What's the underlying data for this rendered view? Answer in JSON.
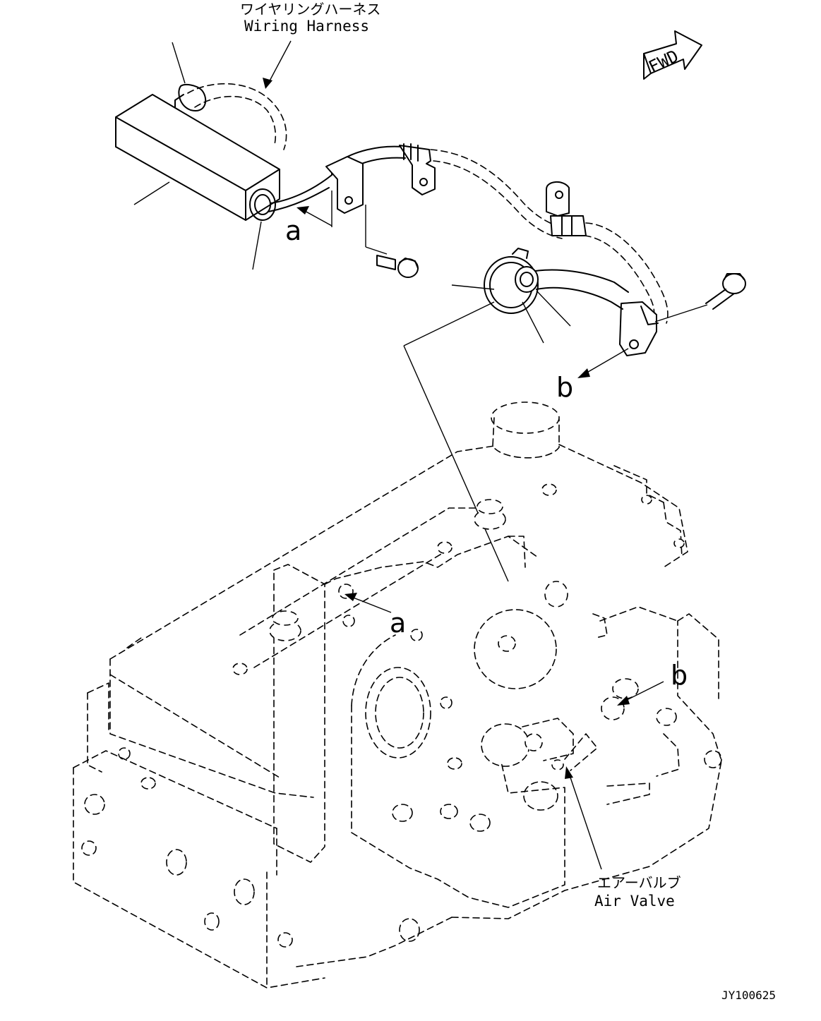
{
  "labels": {
    "wiring_harness_jp": "ワイヤリングハーネス",
    "wiring_harness_en": "Wiring Harness",
    "air_valve_jp": "エアーバルブ",
    "air_valve_en": "Air Valve",
    "fwd": "FWD",
    "ref_a": "a",
    "ref_b": "b",
    "drawing_number": "JY100625"
  }
}
